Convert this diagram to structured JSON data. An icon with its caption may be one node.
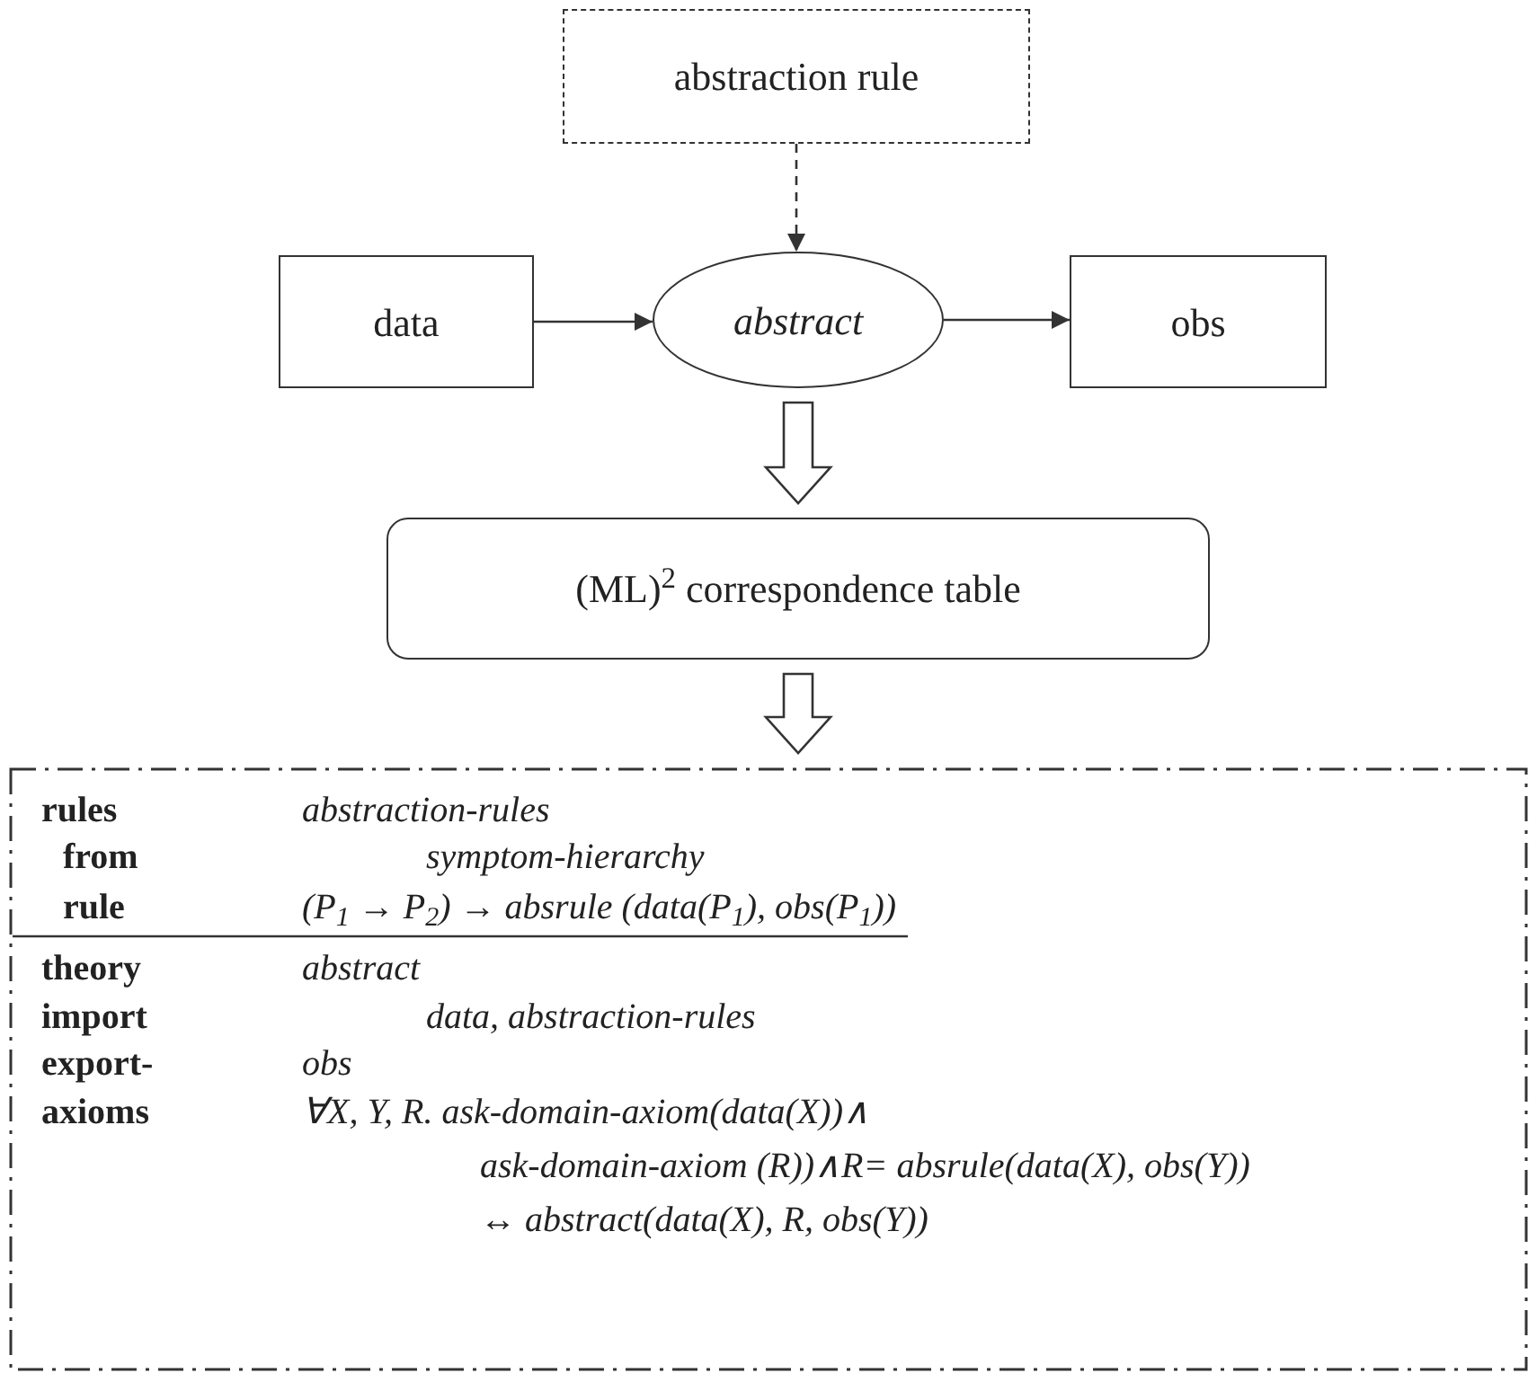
{
  "diagram": {
    "nodes": [
      {
        "text": [
          "abstraction rule"
        ]
      },
      {
        "text": [
          "data"
        ]
      },
      {
        "text": [
          "abstract"
        ]
      },
      {
        "text": [
          "obs"
        ]
      },
      {
        "text": [
          "(ML)$^{2}$ correspondence table"
        ]
      },
      {
        "text": [
          "rules",
          "abstraction-rules",
          "from",
          "symptom-hierarchy",
          "rule",
          "(P$_{1}$ → P$_{2}$) → absrule (data(P$_{1}$), obs(P$_{1}$))",
          "theory",
          "abstract",
          "import",
          "data, abstraction-rules",
          "export-",
          "obs",
          "axioms",
          "∀X, Y, R. ask-domain-axiom(data(X))∧",
          "ask-domain-axiom (R))∧R= absrule(data(X), obs(Y))",
          "↔ abstract(data(X), R, obs(Y))"
        ]
      }
    ],
    "edges": [
      {
        "from": 0,
        "to": 2,
        "arrow": "to",
        "style": "dashed"
      },
      {
        "from": 1,
        "to": 2,
        "arrow": "to"
      },
      {
        "from": 2,
        "to": 3,
        "arrow": "to"
      },
      {
        "from": 2,
        "to": 4,
        "arrow": "to",
        "style": "thick"
      },
      {
        "from": 4,
        "to": 5,
        "arrow": "to",
        "style": "thick"
      }
    ]
  }
}
